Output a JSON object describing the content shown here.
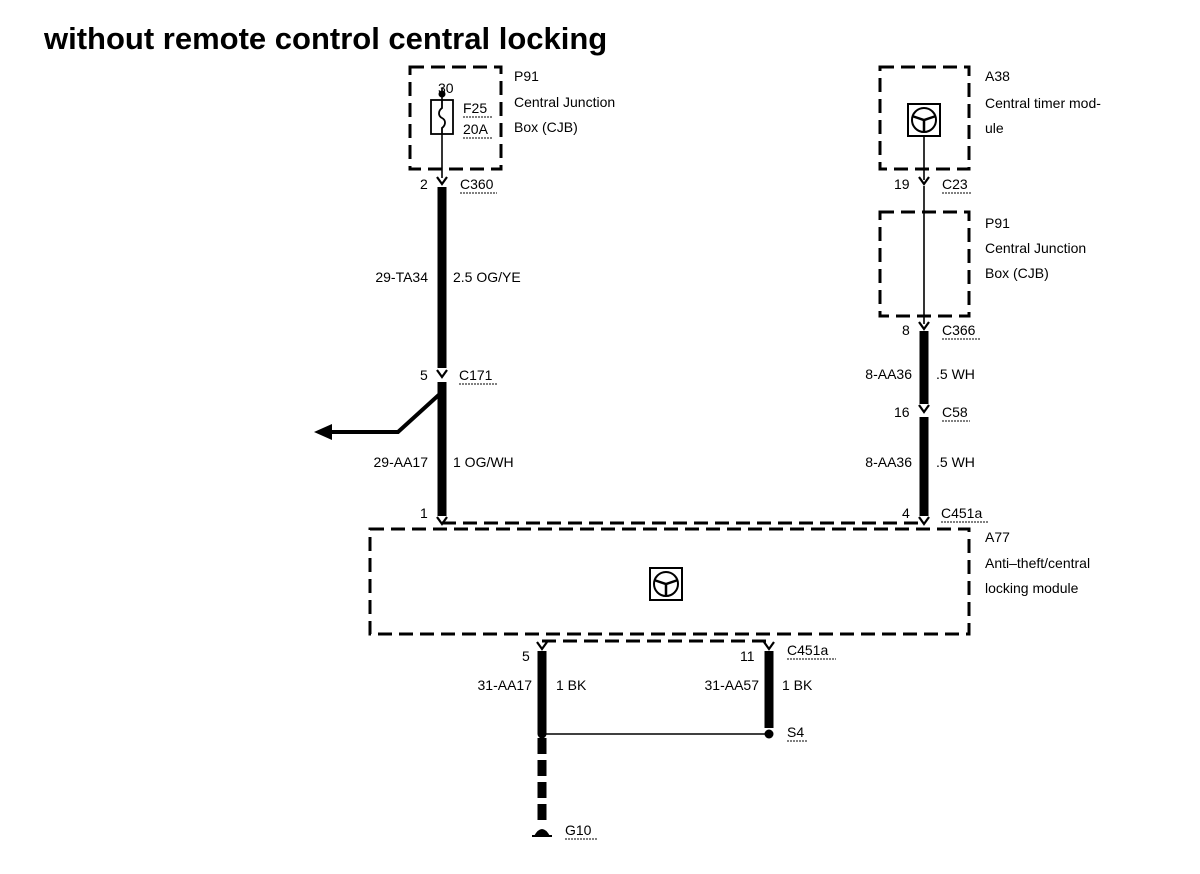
{
  "title": "without remote control central locking",
  "components": {
    "cjb_top": {
      "ref": "P91",
      "name_line1": "Central Junction",
      "name_line2": "Box (CJB)",
      "terminal": "30",
      "fuse_ref": "F25",
      "fuse_rating": "20A"
    },
    "timer": {
      "ref": "A38",
      "name_line1": "Central timer mod-",
      "name_line2": "ule"
    },
    "cjb_right": {
      "ref": "P91",
      "name_line1": "Central Junction",
      "name_line2": "Box (CJB)"
    },
    "antitheft": {
      "ref": "A77",
      "name_line1": "Anti–theft/central",
      "name_line2": "locking module"
    }
  },
  "connectors": {
    "c360": {
      "pin": "2",
      "name": "C360"
    },
    "c171": {
      "pin": "5",
      "name": "C171"
    },
    "c451a_left": {
      "pin": "1"
    },
    "c23": {
      "pin": "19",
      "name": "C23"
    },
    "c366": {
      "pin": "8",
      "name": "C366"
    },
    "c58": {
      "pin": "16",
      "name": "C58"
    },
    "c451a_right": {
      "pin": "4",
      "name": "C451a"
    },
    "c451a_bottom": {
      "pin_left": "5",
      "pin_right": "11",
      "name": "C451a"
    }
  },
  "wires": {
    "w1": {
      "circuit": "29-TA34",
      "spec": "2.5 OG/YE"
    },
    "w2": {
      "circuit": "29-AA17",
      "spec": "1 OG/WH"
    },
    "w3": {
      "circuit": "8-AA36",
      "spec": ".5 WH"
    },
    "w4": {
      "circuit": "8-AA36",
      "spec": ".5 WH"
    },
    "w5": {
      "circuit": "31-AA17",
      "spec": "1 BK"
    },
    "w6": {
      "circuit": "31-AA57",
      "spec": "1 BK"
    }
  },
  "splice": {
    "name": "S4"
  },
  "ground": {
    "name": "G10"
  }
}
